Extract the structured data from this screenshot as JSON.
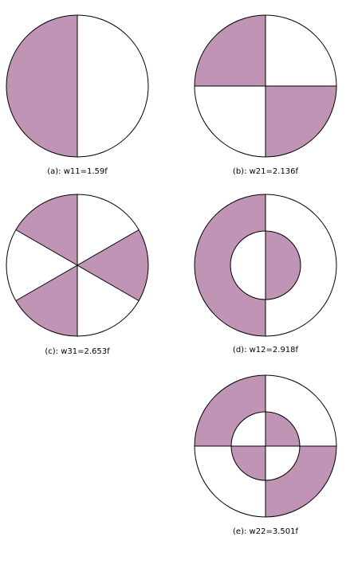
{
  "colors": {
    "filled": "#c094b4",
    "empty": "#ffffff",
    "stroke": "#000000",
    "background": "#ffffff"
  },
  "panels": [
    {
      "id": "a",
      "caption": "(a): w11=1.59f"
    },
    {
      "id": "b",
      "caption": "(b): w21=2.136f"
    },
    {
      "id": "c",
      "caption": "(c): w31=2.653f"
    },
    {
      "id": "d",
      "caption": "(d): w12=2.918f"
    },
    {
      "id": "e",
      "caption": "(e): w22=3.501f"
    }
  ]
}
